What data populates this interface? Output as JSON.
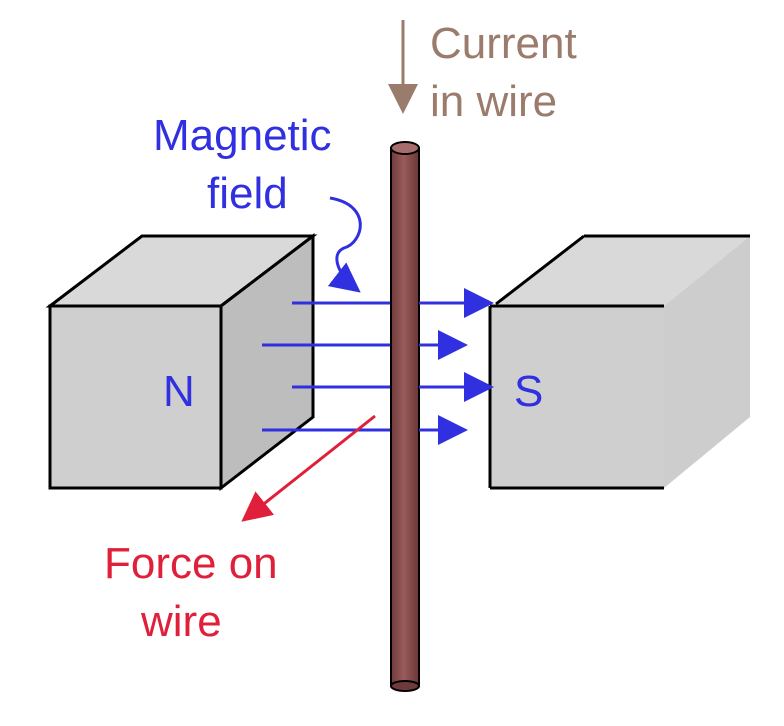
{
  "labels": {
    "current_line1": "Current",
    "current_line2": "in wire",
    "field_line1": "Magnetic",
    "field_line2": "field",
    "north": "N",
    "south": "S",
    "force_line1": "Force on",
    "force_line2": "wire"
  },
  "colors": {
    "current": "#9b7b6b",
    "field": "#3030e0",
    "force": "#e0203a",
    "magnet_front": "#cfcfcf",
    "magnet_side": "#bdbdbd",
    "magnet_top": "#d9d9d9",
    "wire": "#8b4f4f"
  }
}
